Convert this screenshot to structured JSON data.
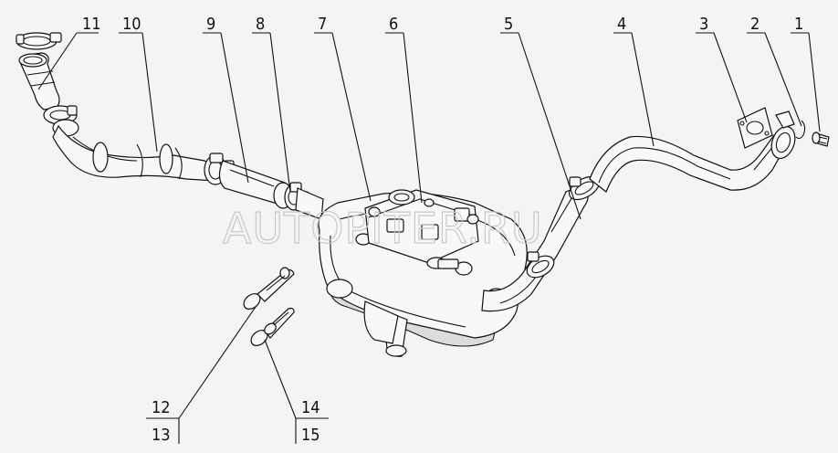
{
  "callouts": [
    {
      "id": "c1",
      "label": "1"
    },
    {
      "id": "c2",
      "label": "2"
    },
    {
      "id": "c3",
      "label": "3"
    },
    {
      "id": "c4",
      "label": "4"
    },
    {
      "id": "c5",
      "label": "5"
    },
    {
      "id": "c6",
      "label": "6"
    },
    {
      "id": "c7",
      "label": "7"
    },
    {
      "id": "c8",
      "label": "8"
    },
    {
      "id": "c9",
      "label": "9"
    },
    {
      "id": "c10",
      "label": "10"
    },
    {
      "id": "c11",
      "label": "11"
    },
    {
      "id": "c12",
      "label": "12"
    },
    {
      "id": "c13",
      "label": "13"
    },
    {
      "id": "c14",
      "label": "14"
    },
    {
      "id": "c15",
      "label": "15"
    }
  ],
  "watermark": "AUTOPITER.RU"
}
